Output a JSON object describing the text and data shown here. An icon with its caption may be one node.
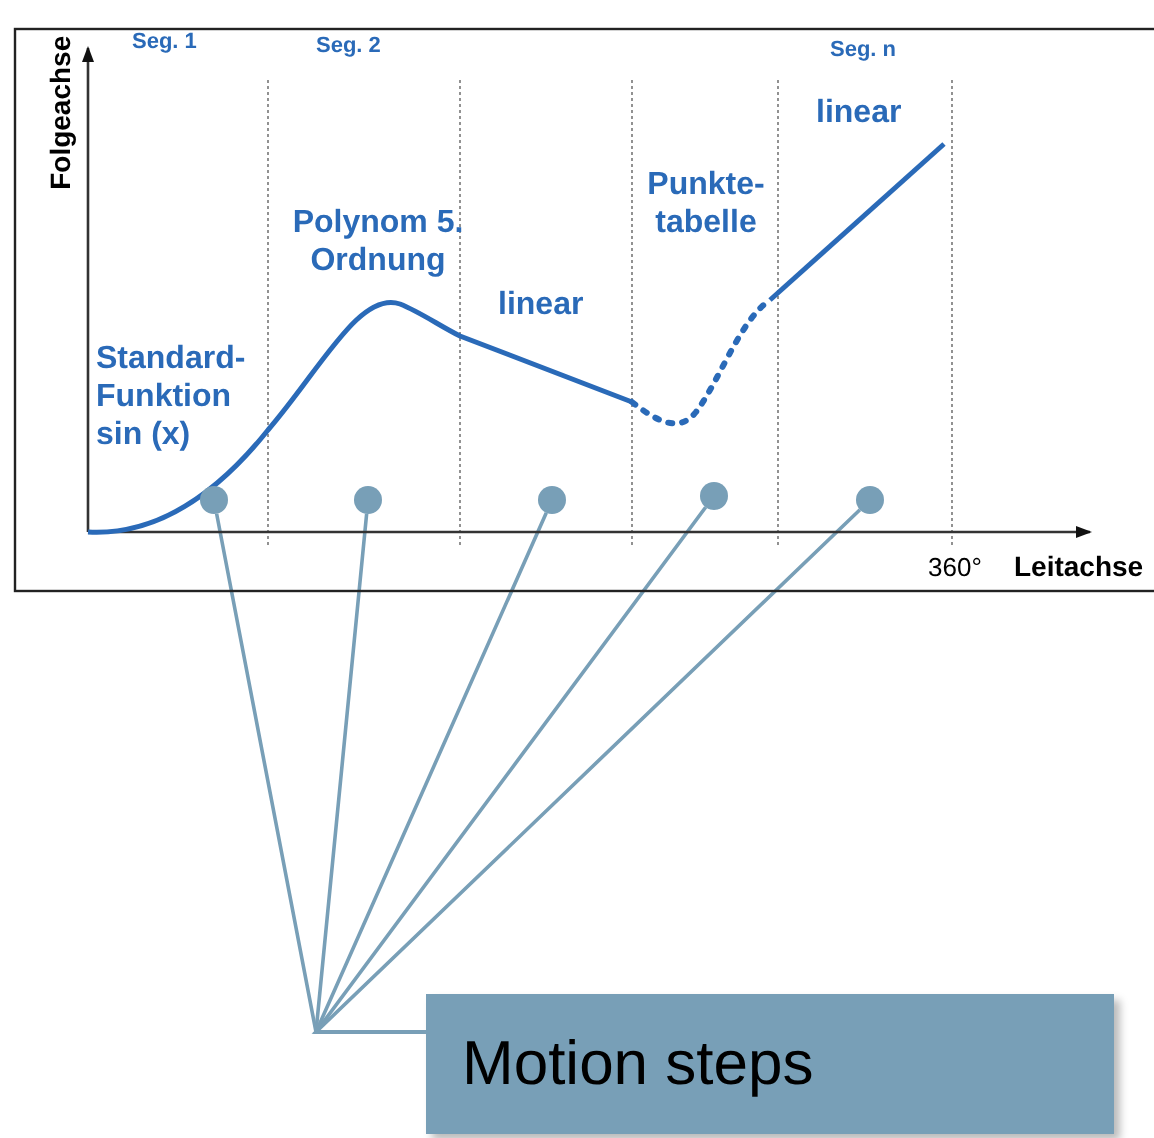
{
  "diagram": {
    "nodes": [
      {
        "text": [
          "Motion steps"
        ]
      },
      {
        "text": [],
        "shape": "circle"
      },
      {
        "text": [],
        "shape": "circle"
      },
      {
        "text": [],
        "shape": "circle"
      },
      {
        "text": [],
        "shape": "circle"
      },
      {
        "text": [],
        "shape": "circle"
      }
    ],
    "edges": [
      {
        "from": 0,
        "to": 1,
        "arrow": "none"
      },
      {
        "from": 0,
        "to": 2,
        "arrow": "none"
      },
      {
        "from": 0,
        "to": 3,
        "arrow": "none"
      },
      {
        "from": 0,
        "to": 4,
        "arrow": "none"
      },
      {
        "from": 0,
        "to": 5,
        "arrow": "none"
      }
    ],
    "labels": [
      "Seg. 1",
      "Seg. 2",
      "Seg. n",
      "Folgeachse",
      "linear",
      "Polynom 5. Ordnung",
      "Punkte-tabelle",
      "linear",
      "Standard-Funktion sin (x)",
      "360°",
      "Leitachse"
    ]
  }
}
